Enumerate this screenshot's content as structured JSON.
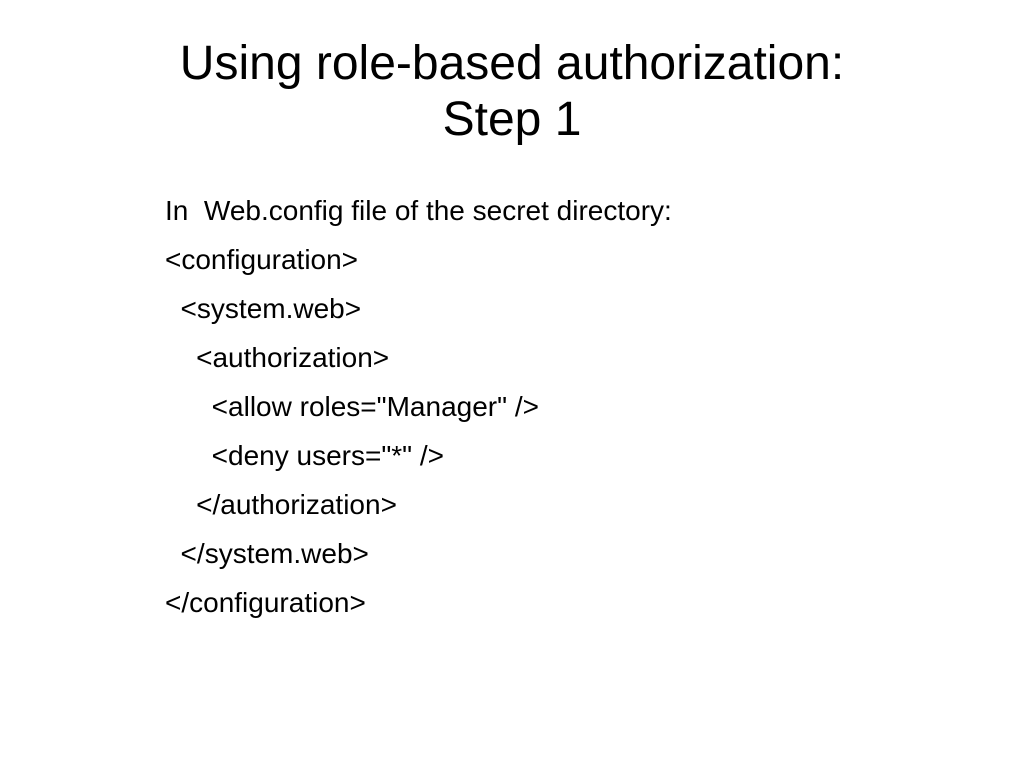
{
  "slide": {
    "title_lines": [
      "Using role-based authorization:",
      "Step 1"
    ],
    "body_lines": [
      "In  Web.config file of the secret directory:",
      "<configuration>",
      "  <system.web>",
      "    <authorization>",
      "      <allow roles=\"Manager\" />",
      "      <deny users=\"*\" />",
      "    </authorization>",
      "  </system.web>",
      "</configuration>"
    ]
  }
}
